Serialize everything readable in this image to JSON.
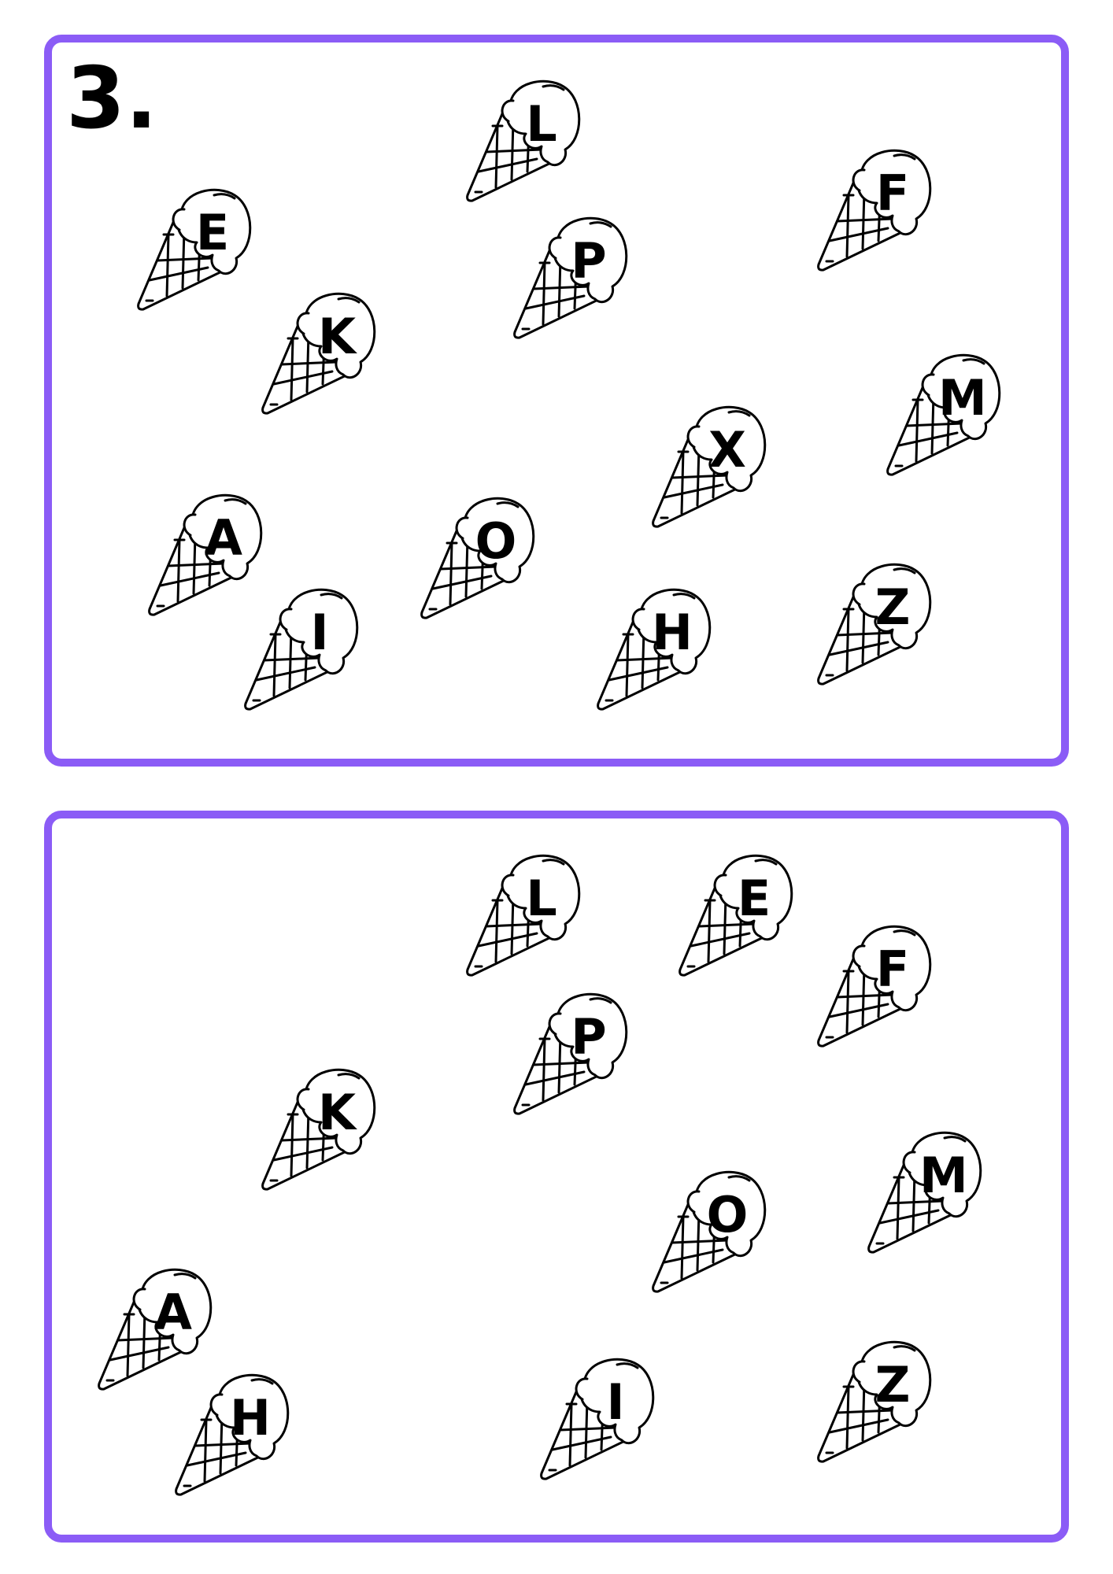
{
  "worksheet": {
    "number": "3.",
    "frame_color": "#8b5cf6",
    "top_panel": {
      "cones": [
        {
          "letter": "L"
        },
        {
          "letter": "F"
        },
        {
          "letter": "E"
        },
        {
          "letter": "P"
        },
        {
          "letter": "K"
        },
        {
          "letter": "M"
        },
        {
          "letter": "X"
        },
        {
          "letter": "A"
        },
        {
          "letter": "O"
        },
        {
          "letter": "I"
        },
        {
          "letter": "H"
        },
        {
          "letter": "Z"
        }
      ]
    },
    "bottom_panel": {
      "cones": [
        {
          "letter": "L"
        },
        {
          "letter": "E"
        },
        {
          "letter": "F"
        },
        {
          "letter": "P"
        },
        {
          "letter": "K"
        },
        {
          "letter": "M"
        },
        {
          "letter": "O"
        },
        {
          "letter": "A"
        },
        {
          "letter": "H"
        },
        {
          "letter": "I"
        },
        {
          "letter": "Z"
        }
      ]
    },
    "icon": "ice-cream-cone-icon"
  }
}
